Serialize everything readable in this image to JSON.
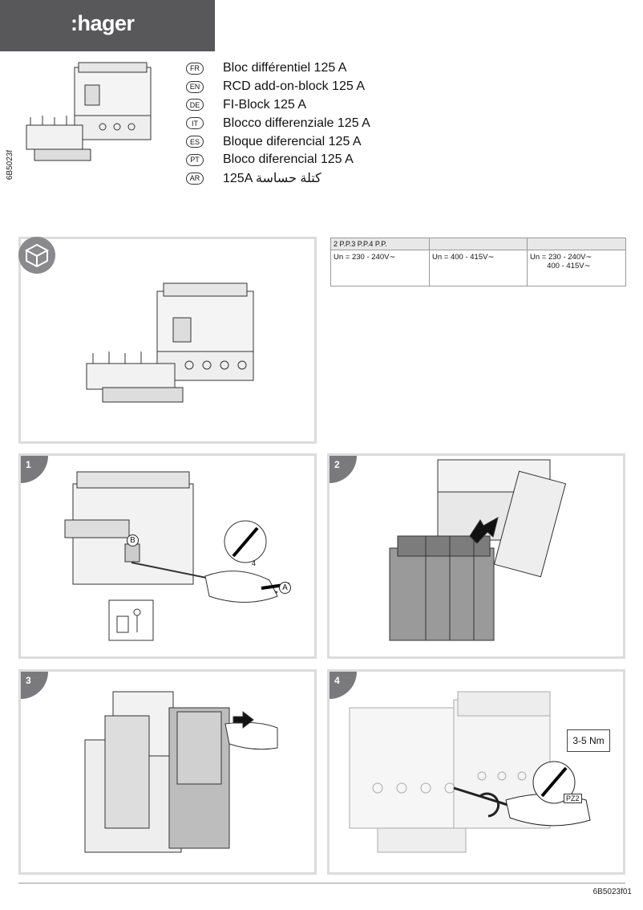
{
  "brand": {
    "logo_text": ":hager"
  },
  "doc_code_vertical": "6B5023f",
  "languages": [
    {
      "code": "FR",
      "title": "Bloc différentiel 125 A"
    },
    {
      "code": "EN",
      "title": "RCD add-on-block 125 A"
    },
    {
      "code": "DE",
      "title": "FI-Block 125 A"
    },
    {
      "code": "IT",
      "title": "Blocco differenziale 125 A"
    },
    {
      "code": "ES",
      "title": "Bloque diferencial 125 A"
    },
    {
      "code": "PT",
      "title": "Bloco diferencial 125 A"
    },
    {
      "code": "AR",
      "title": "125A كتلة حساسة"
    }
  ],
  "spec_table": {
    "headers": [
      "2 P.P.3 P.P.4 P.P.",
      "",
      ""
    ],
    "cells": [
      "Un = 230 - 240V∼",
      "Un = 400 - 415V∼",
      "Un = 230 - 240V∼\n        400 - 415V∼"
    ]
  },
  "steps": [
    {
      "number": "1",
      "callouts": [
        "B",
        "A"
      ],
      "tool_size": "4"
    },
    {
      "number": "2"
    },
    {
      "number": "3"
    },
    {
      "number": "4",
      "torque": "3-5 Nm",
      "bit": "PZ2"
    }
  ],
  "footer_code": "6B5023f01"
}
